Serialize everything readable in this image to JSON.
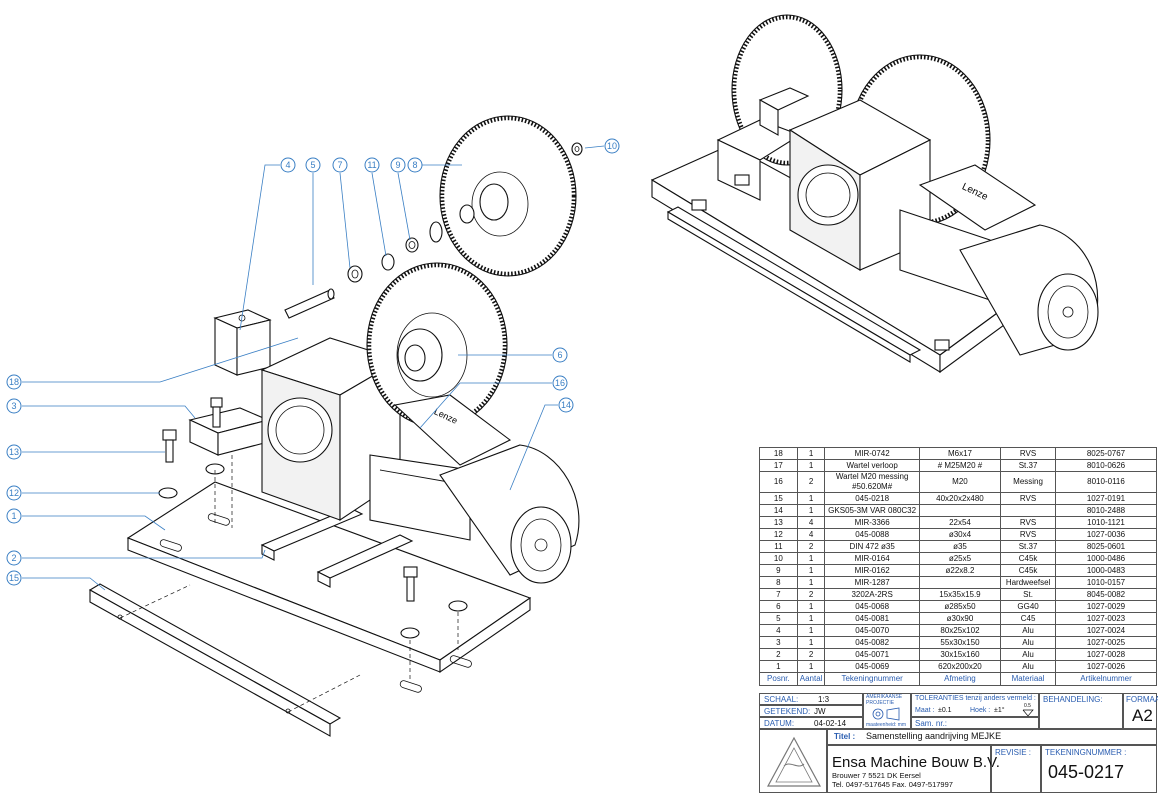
{
  "balloons": [
    "1",
    "2",
    "3",
    "4",
    "5",
    "6",
    "7",
    "8",
    "9",
    "10",
    "11",
    "12",
    "13",
    "14",
    "15",
    "16",
    "18"
  ],
  "motor_brand": "Lenze",
  "parts_list": {
    "rows": [
      {
        "pos": "18",
        "qty": "1",
        "drawing": "MIR-0742",
        "dims": "M6x17",
        "material": "RVS",
        "article": "8025-0767"
      },
      {
        "pos": "17",
        "qty": "1",
        "drawing": "Wartel verloop",
        "dims": "# M25M20 #",
        "material": "St.37",
        "article": "8010-0626"
      },
      {
        "pos": "16",
        "qty": "2",
        "drawing": "Wartel M20 messing #50.620M#",
        "dims": "M20",
        "material": "Messing",
        "article": "8010-0116"
      },
      {
        "pos": "15",
        "qty": "1",
        "drawing": "045-0218",
        "dims": "40x20x2x480",
        "material": "RVS",
        "article": "1027-0191"
      },
      {
        "pos": "14",
        "qty": "1",
        "drawing": "GKS05-3M VAR 080C32",
        "dims": "",
        "material": "",
        "article": "8010-2488"
      },
      {
        "pos": "13",
        "qty": "4",
        "drawing": "MIR-3366",
        "dims": "22x54",
        "material": "RVS",
        "article": "1010-1121"
      },
      {
        "pos": "12",
        "qty": "4",
        "drawing": "045-0088",
        "dims": "ø30x4",
        "material": "RVS",
        "article": "1027-0036"
      },
      {
        "pos": "11",
        "qty": "2",
        "drawing": "DIN 472 ø35",
        "dims": "ø35",
        "material": "St.37",
        "article": "8025-0601"
      },
      {
        "pos": "10",
        "qty": "1",
        "drawing": "MIR-0164",
        "dims": "ø25x5",
        "material": "C45k",
        "article": "1000-0486"
      },
      {
        "pos": "9",
        "qty": "1",
        "drawing": "MIR-0162",
        "dims": "ø22x8.2",
        "material": "C45k",
        "article": "1000-0483"
      },
      {
        "pos": "8",
        "qty": "1",
        "drawing": "MIR-1287",
        "dims": "",
        "material": "Hardweefsel",
        "article": "1010-0157"
      },
      {
        "pos": "7",
        "qty": "2",
        "drawing": "3202A-2RS",
        "dims": "15x35x15.9",
        "material": "St.",
        "article": "8045-0082"
      },
      {
        "pos": "6",
        "qty": "1",
        "drawing": "045-0068",
        "dims": "ø285x50",
        "material": "GG40",
        "article": "1027-0029"
      },
      {
        "pos": "5",
        "qty": "1",
        "drawing": "045-0081",
        "dims": "ø30x90",
        "material": "C45",
        "article": "1027-0023"
      },
      {
        "pos": "4",
        "qty": "1",
        "drawing": "045-0070",
        "dims": "80x25x102",
        "material": "Alu",
        "article": "1027-0024"
      },
      {
        "pos": "3",
        "qty": "1",
        "drawing": "045-0082",
        "dims": "55x30x150",
        "material": "Alu",
        "article": "1027-0025"
      },
      {
        "pos": "2",
        "qty": "2",
        "drawing": "045-0071",
        "dims": "30x15x160",
        "material": "Alu",
        "article": "1027-0028"
      },
      {
        "pos": "1",
        "qty": "1",
        "drawing": "045-0069",
        "dims": "620x200x20",
        "material": "Alu",
        "article": "1027-0026"
      }
    ],
    "header": {
      "pos": "Posnr.",
      "qty": "Aantal",
      "drawing": "Tekeningnummer",
      "dims": "Afmeting",
      "material": "Materiaal",
      "article": "Artikelnummer"
    }
  },
  "title_block": {
    "schaal_label": "SCHAAL:",
    "schaal": "1:3",
    "getekend_label": "GETEKEND:",
    "getekend": "JW",
    "datum_label": "DATUM:",
    "datum": "04-02-14",
    "projectie": "AMERIKAANSE PROJECTIE",
    "maateenheid": "maateenheid: mm",
    "toleranties": "TOLERANTIES tenzij anders vermeld :",
    "maat_label": "Maat :",
    "maat": "±0.1",
    "hoek_label": "Hoek :",
    "hoek": "±1°",
    "ruwheid": "0.5",
    "sam_nr": "Sam. nr.:",
    "behandeling": "BEHANDELING:",
    "formaat_label": "FORMAAT:",
    "formaat": "A2",
    "titel_label": "Titel :",
    "titel": "Samenstelling aandrijving MEJKE",
    "company": "Ensa Machine Bouw B.V.",
    "address": "Brouwer 7     5521 DK  Eersel",
    "phone": "Tel. 0497-517645     Fax. 0497-517997",
    "revisie_label": "REVISIE :",
    "tekeningnummer_label": "TEKENINGNUMMER :",
    "tekeningnummer": "045-0217"
  }
}
